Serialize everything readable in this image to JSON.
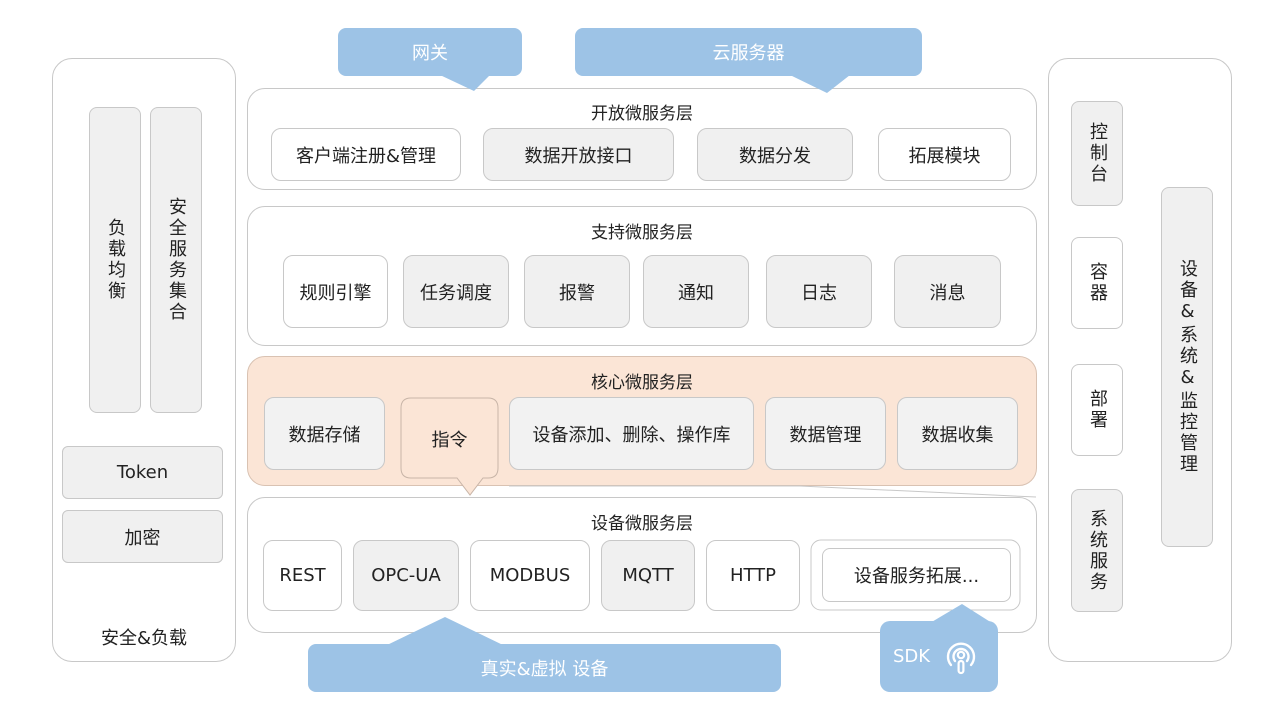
{
  "top": {
    "gateway": "网关",
    "cloud": "云服务器"
  },
  "left": {
    "load_balance": "负载均衡",
    "security_services": "安全服务集合",
    "token": "Token",
    "encryption": "加密",
    "footer": "安全&负载"
  },
  "layers": {
    "open": {
      "title": "开放微服务层",
      "items": [
        "客户端注册&管理",
        "数据开放接口",
        "数据分发",
        "拓展模块"
      ]
    },
    "support": {
      "title": "支持微服务层",
      "items": [
        "规则引擎",
        "任务调度",
        "报警",
        "通知",
        "日志",
        "消息"
      ]
    },
    "core": {
      "title": "核心微服务层",
      "items": [
        "数据存储",
        "指令",
        "设备添加、删除、操作库",
        "数据管理",
        "数据收集"
      ]
    },
    "device": {
      "title": "设备微服务层",
      "items": [
        "REST",
        "OPC-UA",
        "MODBUS",
        "MQTT",
        "HTTP",
        "设备服务拓展..."
      ]
    }
  },
  "bottom": {
    "devices": "真实&虚拟 设备",
    "sdk": "SDK"
  },
  "right": {
    "console": "控制台",
    "container": "容器",
    "deploy": "部署",
    "system_service": "系统服务",
    "device_monitor": "设备&系统&监控管理"
  },
  "colors": {
    "callout_blue": "#9dc3e6",
    "core_layer": "#fbe5d6",
    "box_gray": "#f0f0f0"
  }
}
